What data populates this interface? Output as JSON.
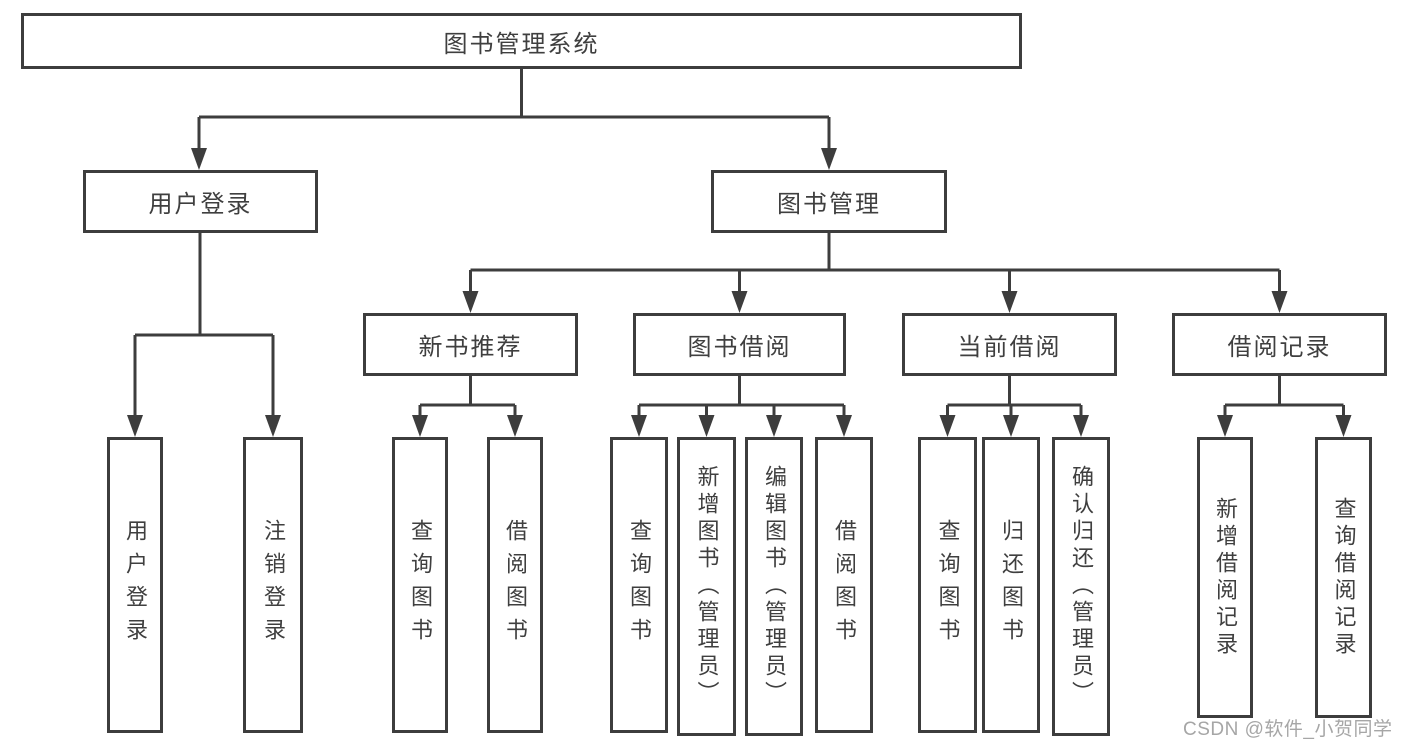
{
  "diagram": {
    "root": {
      "label": "图书管理系统"
    },
    "level2": [
      {
        "label": "用户登录"
      },
      {
        "label": "图书管理"
      }
    ],
    "level3": [
      {
        "label": "新书推荐"
      },
      {
        "label": "图书借阅"
      },
      {
        "label": "当前借阅"
      },
      {
        "label": "借阅记录"
      }
    ],
    "leaves": [
      {
        "label": "用户登录"
      },
      {
        "label": "注销登录"
      },
      {
        "label": "查询图书"
      },
      {
        "label": "借阅图书"
      },
      {
        "label": "查询图书"
      },
      {
        "label": "新增图书（管理员）"
      },
      {
        "label": "编辑图书（管理员）"
      },
      {
        "label": "借阅图书"
      },
      {
        "label": "查询图书"
      },
      {
        "label": "归还图书"
      },
      {
        "label": "确认归还（管理员）"
      },
      {
        "label": "新增借阅记录"
      },
      {
        "label": "查询借阅记录"
      }
    ]
  },
  "watermark": {
    "text": "CSDN @软件_小贺同学"
  },
  "colors": {
    "line": "#3d3d3d",
    "text": "#3f3f3f",
    "background": "#ffffff",
    "watermark": "#a6a6a6"
  }
}
